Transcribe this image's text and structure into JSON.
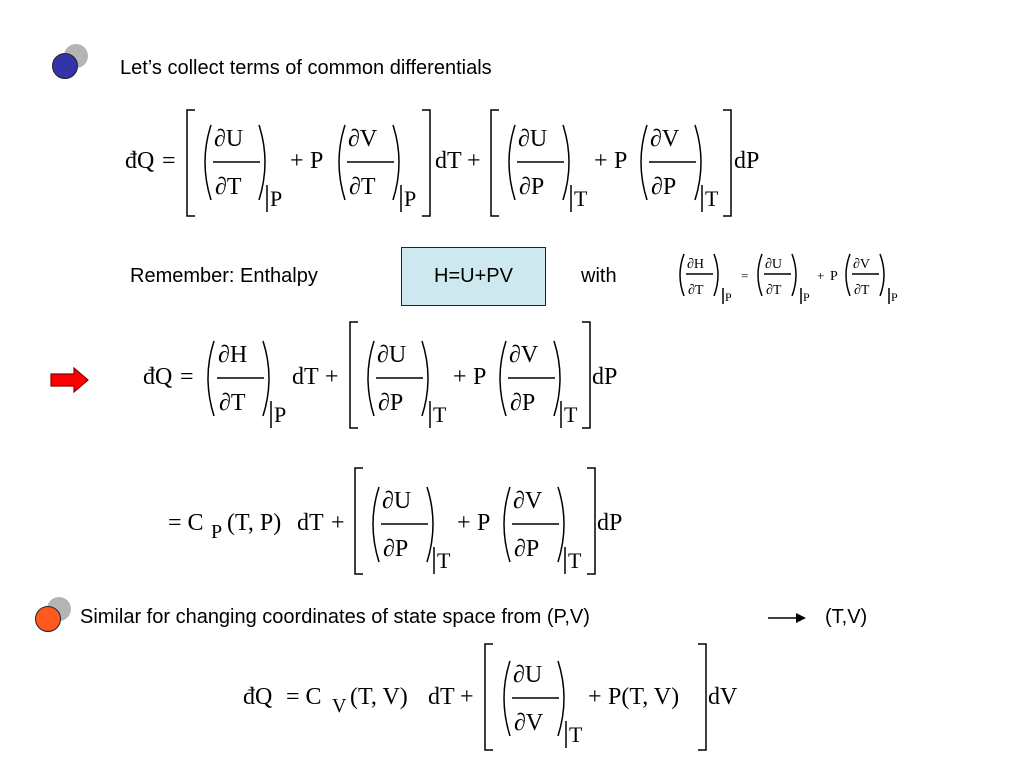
{
  "colors": {
    "bullet_blue": "#3333aa",
    "bullet_orange": "#ff5a1e",
    "bullet_shadow": "#b4b4b4",
    "enthalpy_box": "#cde8ee",
    "arrow_red": "#ff0000"
  },
  "icons": {
    "bullet_1": "circle-bullet-icon",
    "bullet_2": "circle-bullet-icon",
    "implies": "red-right-arrow-icon",
    "transform": "right-arrow-icon"
  },
  "text": {
    "heading_1": "Let’s collect terms of common differentials",
    "remember": "Remember: Enthalpy",
    "enthalpy_def": "H=U+PV",
    "with": "with",
    "heading_2": "Similar for changing coordinates of state space from (P,V)",
    "coord_target": "(T,V)"
  },
  "sym": {
    "dQ": "đQ",
    "eq": "=",
    "plus": "+",
    "eqC": "= C",
    "dU": "∂U",
    "dV": "∂V",
    "dT": "∂T",
    "dP": "∂P",
    "dH": "∂H",
    "P": "P",
    "T": "T",
    "C": "C",
    "Vsub": "V",
    "dT_diff": "dT",
    "dP_diff": "dP",
    "dV_diff": "dV",
    "TP_args": "(T, P)",
    "TV_args": "(T, V)",
    "P_TV": "P(T, V)"
  }
}
